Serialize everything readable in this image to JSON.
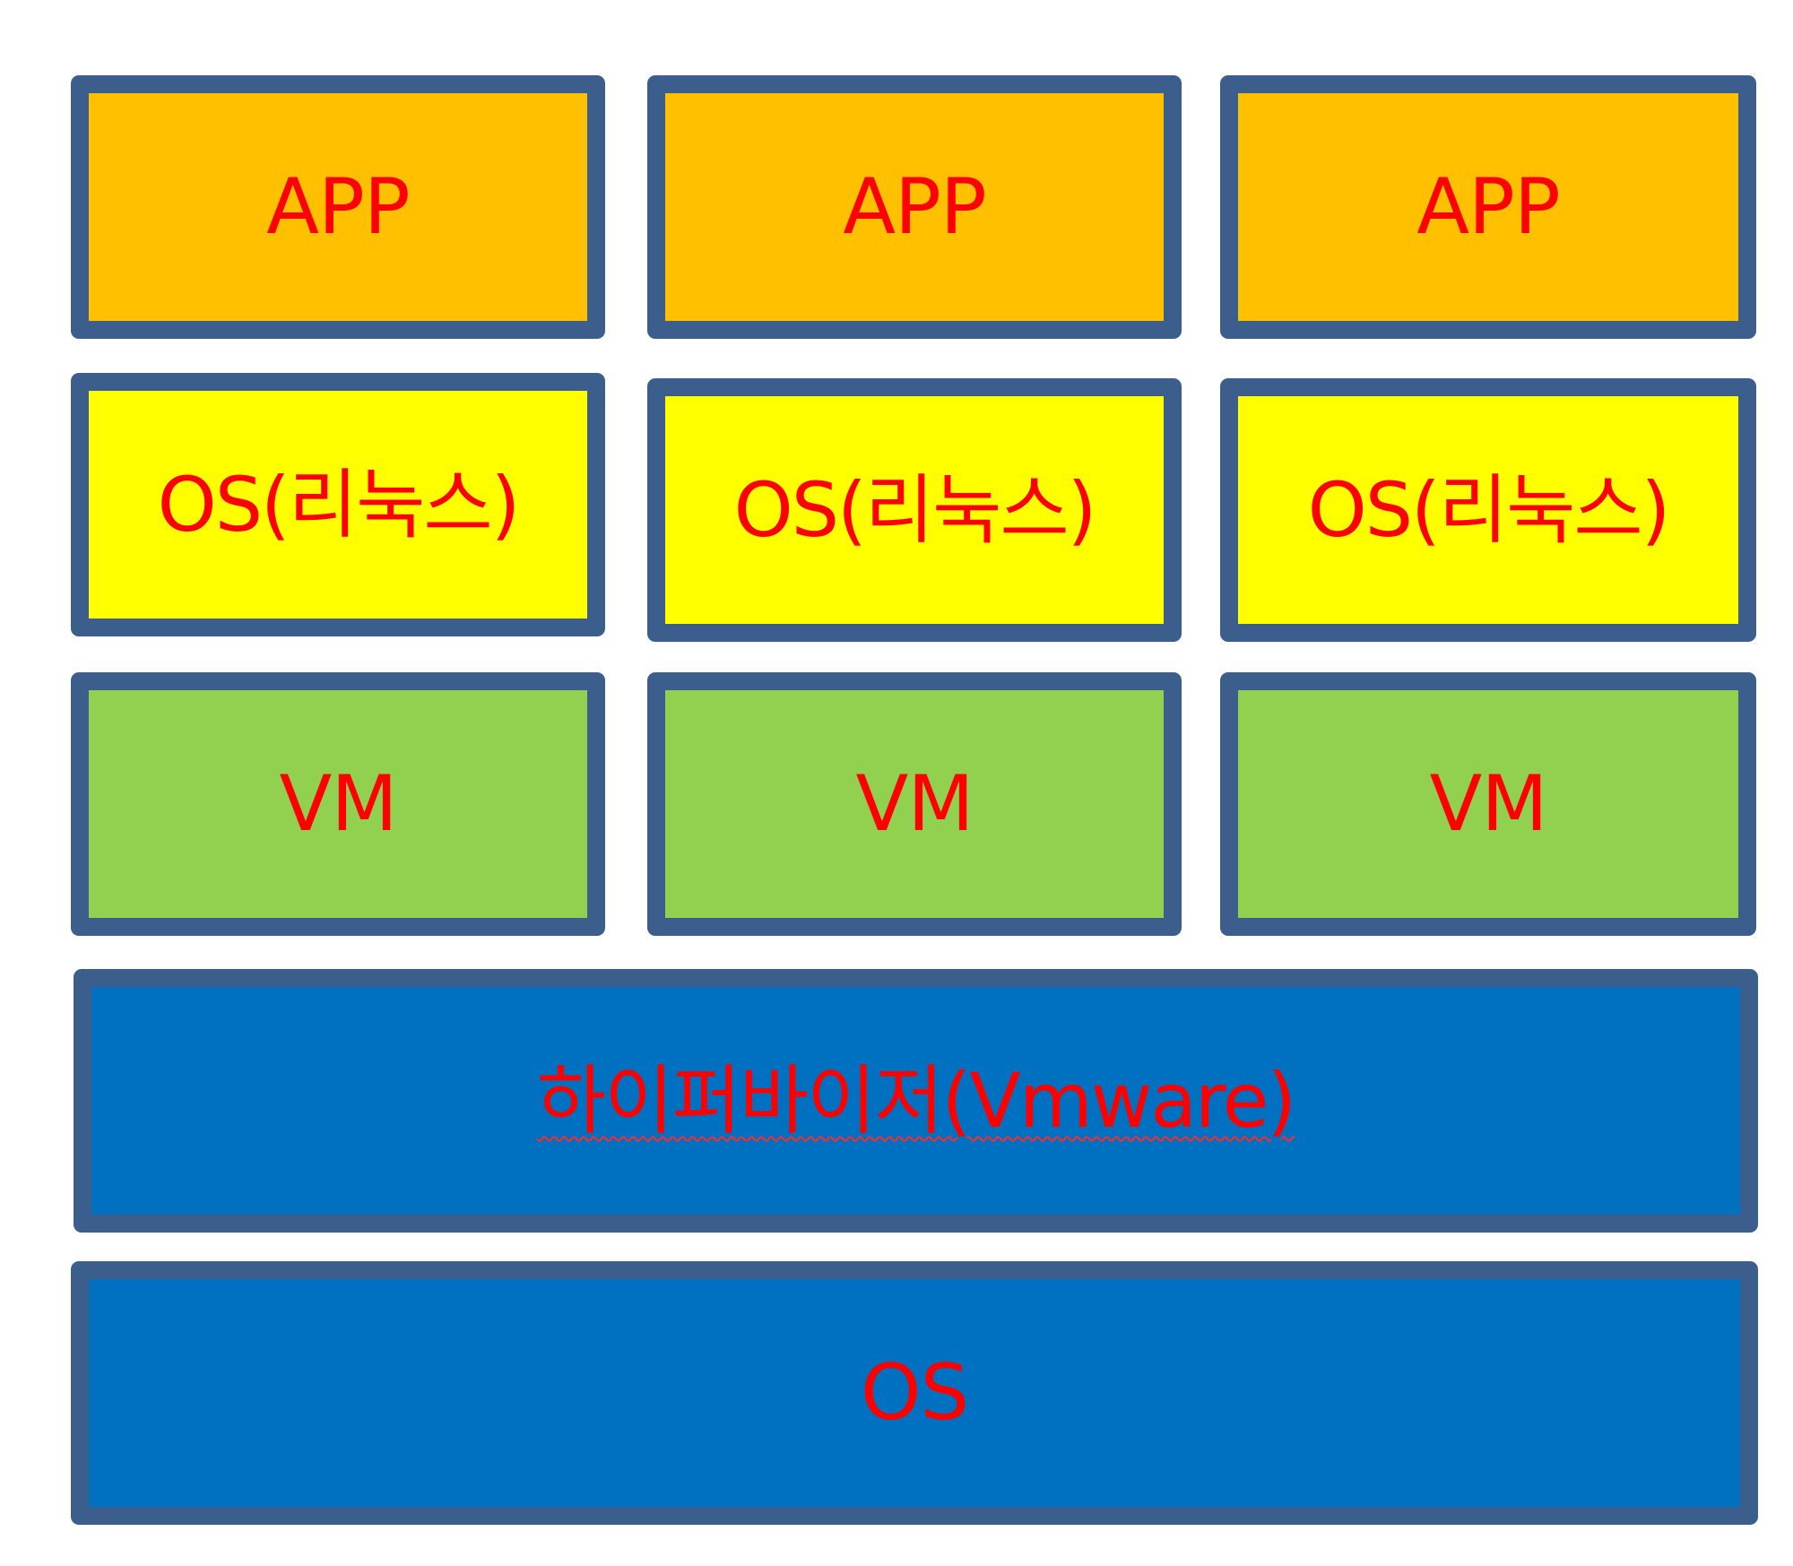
{
  "diagram": {
    "columns": [
      {
        "app": "APP",
        "guest_os": "OS(리눅스)",
        "vm": "VM"
      },
      {
        "app": "APP",
        "guest_os": "OS(리눅스)",
        "vm": "VM"
      },
      {
        "app": "APP",
        "guest_os": "OS(리눅스)",
        "vm": "VM"
      }
    ],
    "hypervisor": "하이퍼바이저(Vmware)",
    "host_os": "OS"
  },
  "colors": {
    "app": "#ffc000",
    "guest_os": "#ffff00",
    "vm": "#92d050",
    "hypervisor": "#0070c0",
    "host_os": "#0070c0",
    "border": "#3b5e8c",
    "text": "#ff0000"
  }
}
